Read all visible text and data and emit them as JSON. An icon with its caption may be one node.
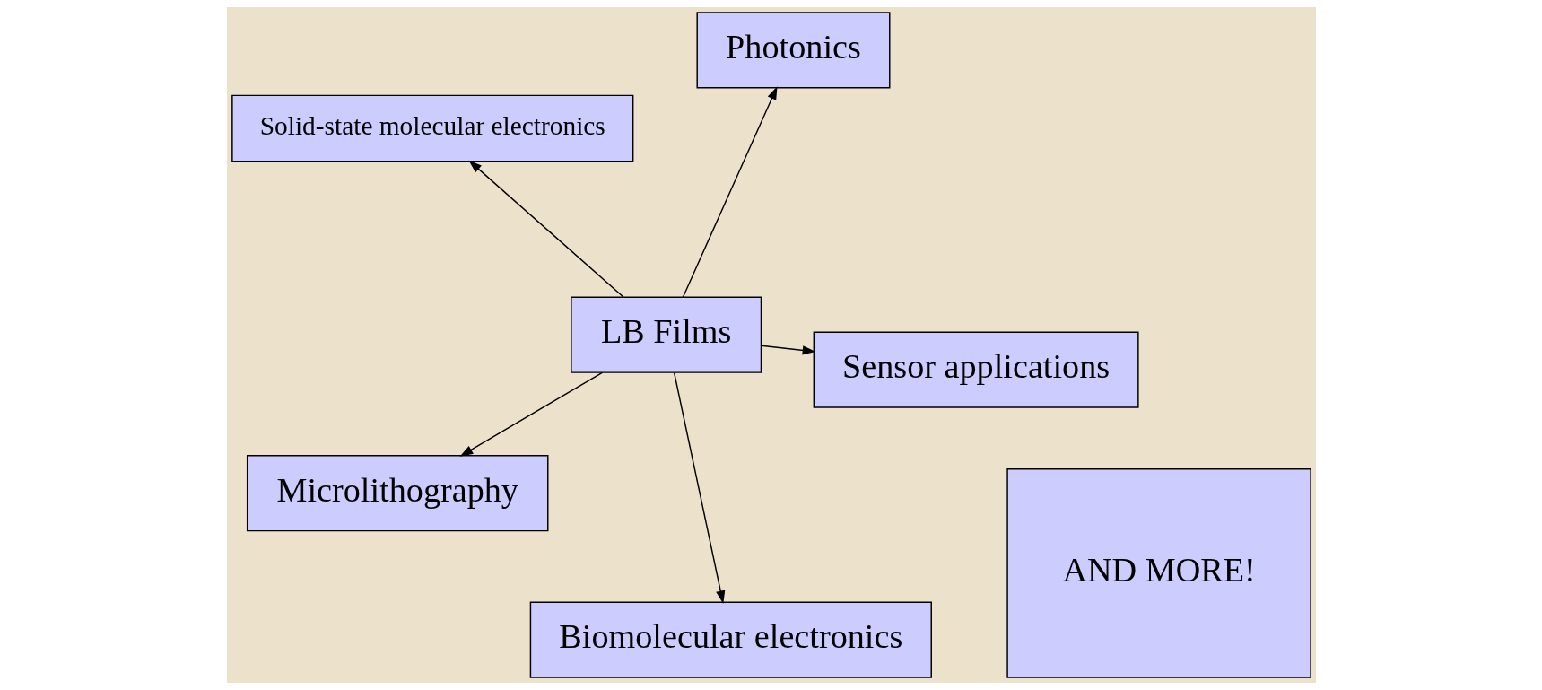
{
  "diagram": {
    "nodes": [
      {
        "text": [
          "Solid-state molecular electronics"
        ]
      },
      {
        "text": [
          "Sensor applications"
        ]
      },
      {
        "text": [
          "Biomolecular electronics"
        ]
      },
      {
        "text": [
          "LB Films"
        ]
      },
      {
        "text": [
          "Photonics"
        ]
      },
      {
        "text": [
          "Microlithography"
        ]
      },
      {
        "text": [
          "AND MORE!"
        ]
      }
    ],
    "edges": [
      {
        "from": 3,
        "to": 0,
        "arrow": "to"
      },
      {
        "from": 3,
        "to": 1,
        "arrow": "to"
      },
      {
        "from": 3,
        "to": 2,
        "arrow": "to"
      },
      {
        "from": 3,
        "to": 4,
        "arrow": "to"
      },
      {
        "from": 3,
        "to": 5,
        "arrow": "to"
      }
    ]
  }
}
